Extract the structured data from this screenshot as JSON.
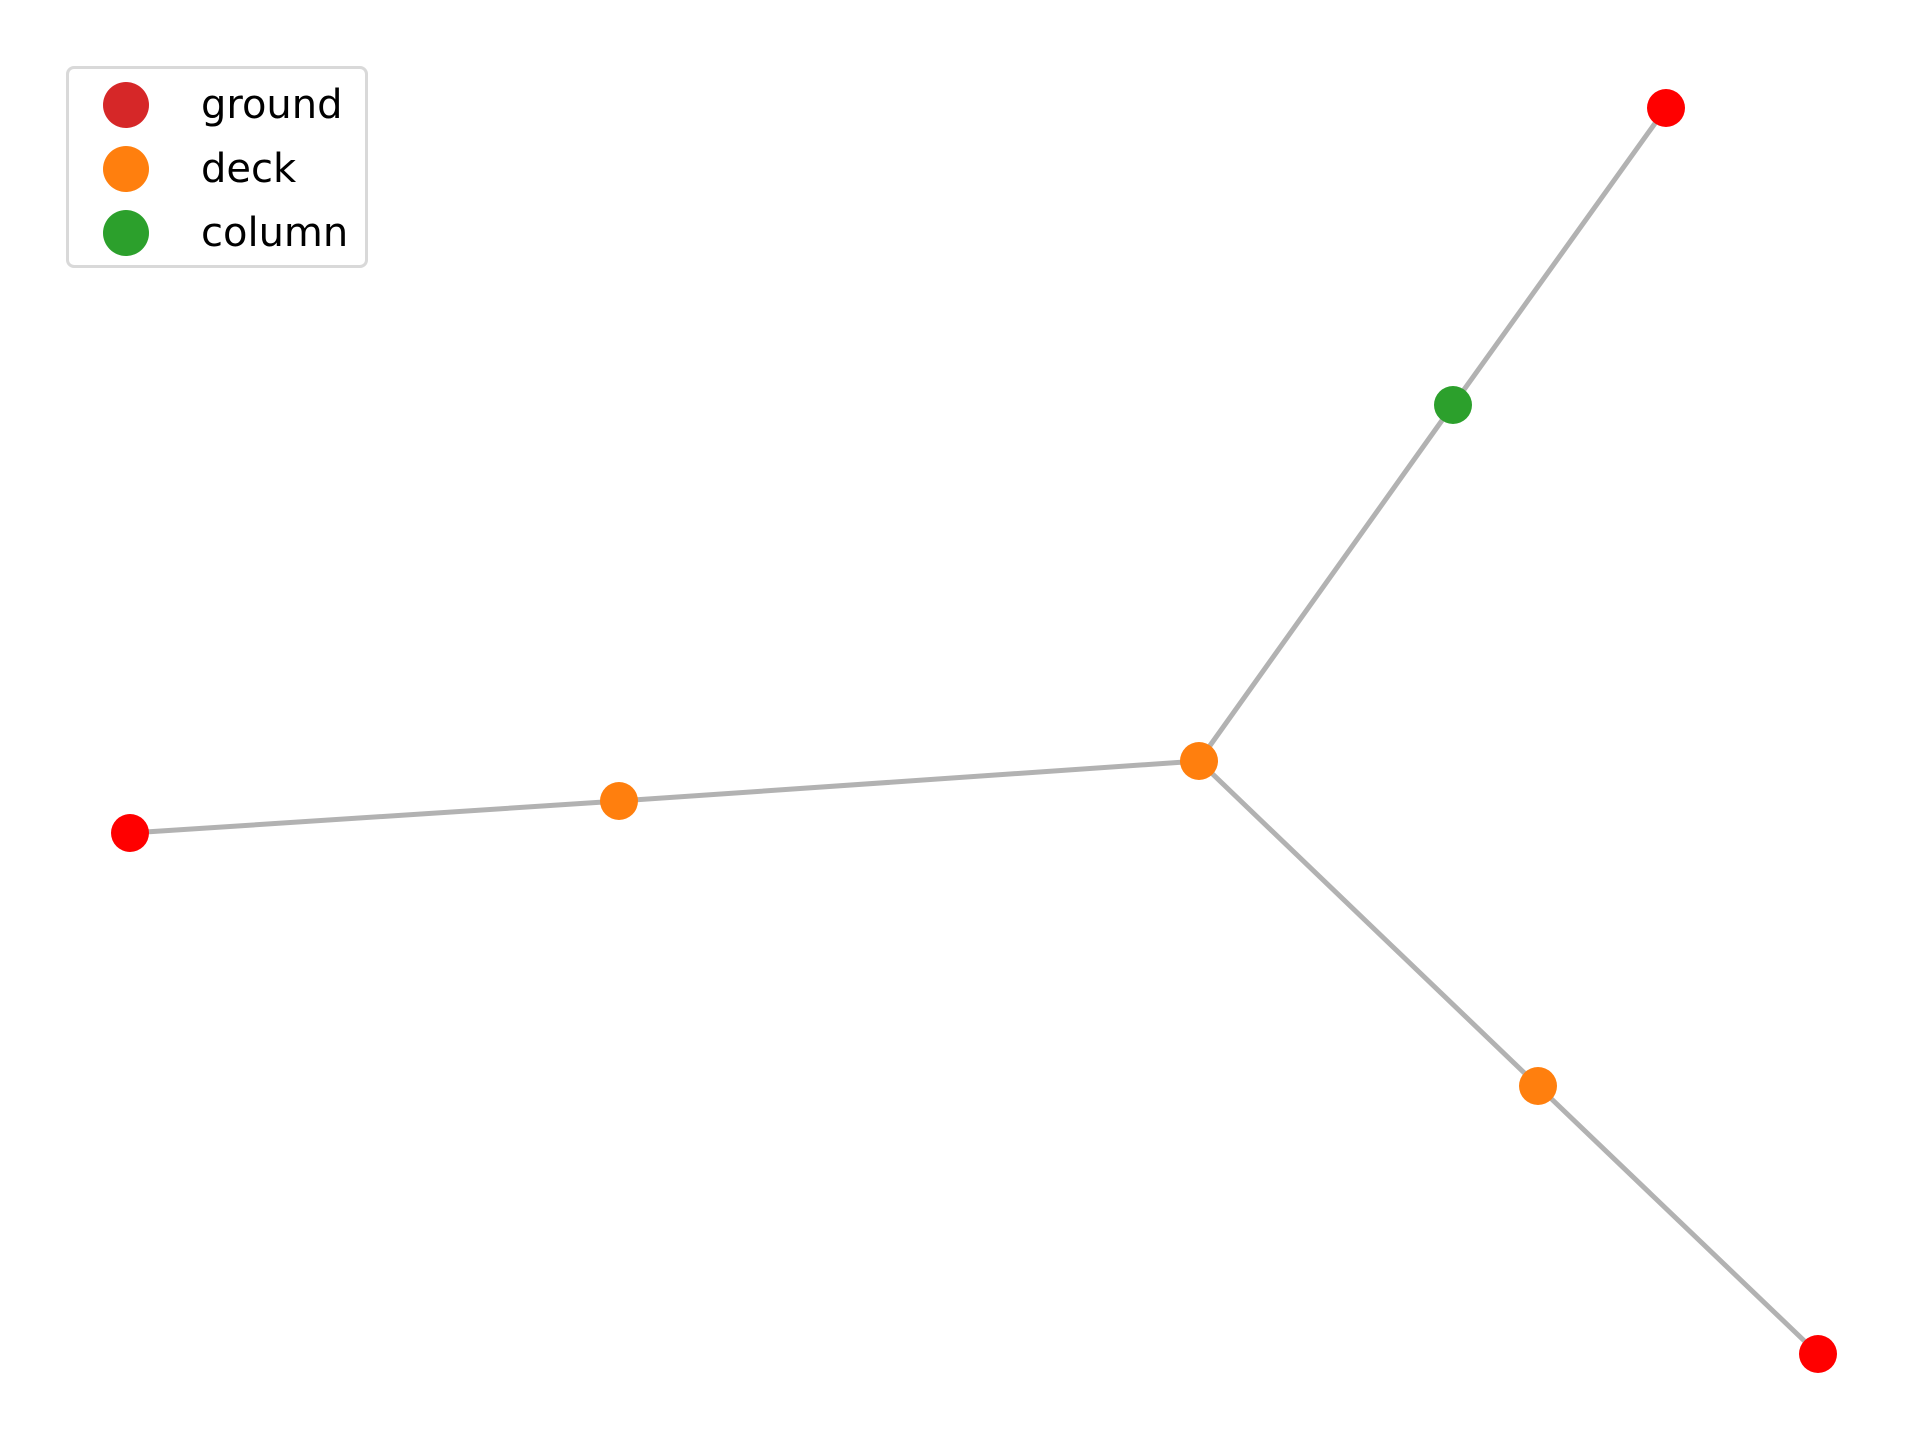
{
  "legend": {
    "items": [
      {
        "label": "ground",
        "color": "#d62728"
      },
      {
        "label": "deck",
        "color": "#ff7f0e"
      },
      {
        "label": "column",
        "color": "#2ca02c"
      }
    ]
  },
  "graph": {
    "edge_color": "#b2b2b2",
    "nodes": [
      {
        "id": "ground-top-right",
        "type": "ground",
        "color": "#ff0000"
      },
      {
        "id": "column-upper",
        "type": "column",
        "color": "#2ca02c"
      },
      {
        "id": "deck-center",
        "type": "deck",
        "color": "#ff7f0e"
      },
      {
        "id": "deck-left",
        "type": "deck",
        "color": "#ff7f0e"
      },
      {
        "id": "ground-left",
        "type": "ground",
        "color": "#ff0000"
      },
      {
        "id": "deck-lower-right",
        "type": "deck",
        "color": "#ff7f0e"
      },
      {
        "id": "ground-bottom-right",
        "type": "ground",
        "color": "#ff0000"
      }
    ],
    "edges": [
      {
        "source": "ground-top-right",
        "target": "column-upper"
      },
      {
        "source": "column-upper",
        "target": "deck-center"
      },
      {
        "source": "deck-center",
        "target": "deck-left"
      },
      {
        "source": "deck-left",
        "target": "ground-left"
      },
      {
        "source": "deck-center",
        "target": "deck-lower-right"
      },
      {
        "source": "deck-lower-right",
        "target": "ground-bottom-right"
      }
    ]
  }
}
